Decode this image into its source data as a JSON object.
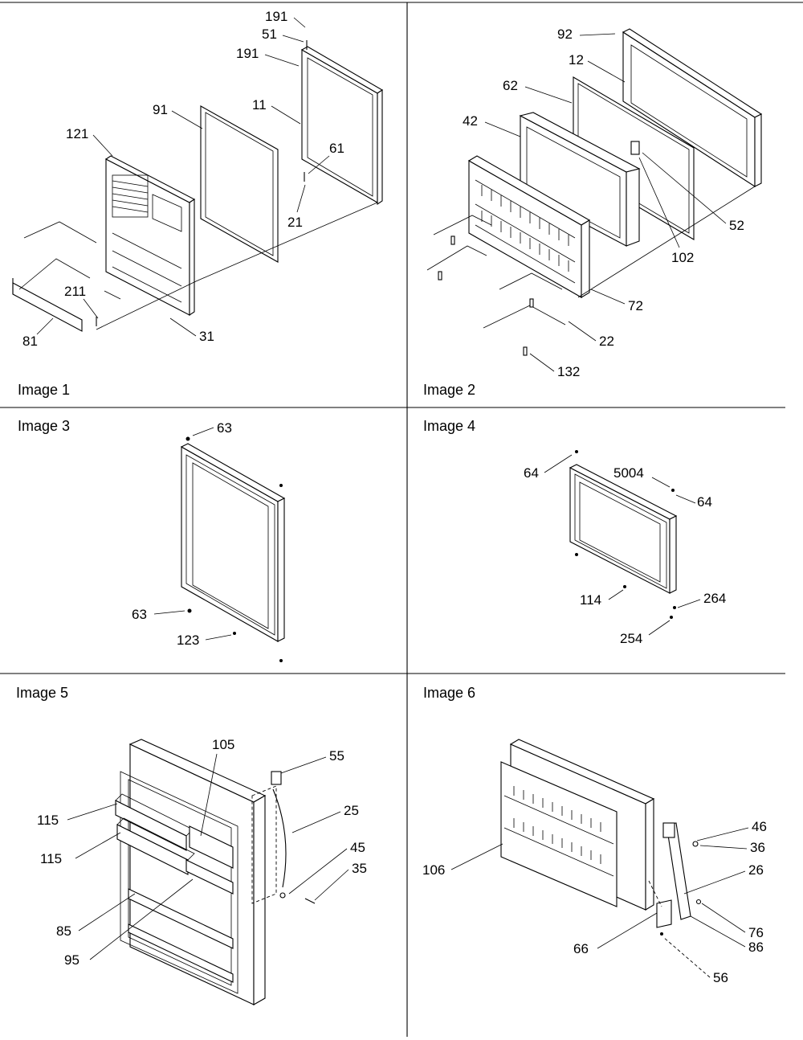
{
  "panels": [
    {
      "caption": "Image 1",
      "callouts": [
        "191",
        "51",
        "191",
        "91",
        "11",
        "121",
        "61",
        "21",
        "211",
        "81",
        "31"
      ]
    },
    {
      "caption": "Image 2",
      "callouts": [
        "92",
        "12",
        "62",
        "42",
        "52",
        "102",
        "72",
        "22",
        "132"
      ]
    },
    {
      "caption": "Image 3",
      "callouts": [
        "63",
        "63",
        "123"
      ]
    },
    {
      "caption": "Image 4",
      "callouts": [
        "64",
        "5004",
        "64",
        "114",
        "264",
        "254"
      ]
    },
    {
      "caption": "Image 5",
      "callouts": [
        "105",
        "55",
        "25",
        "115",
        "45",
        "35",
        "115",
        "85",
        "95"
      ]
    },
    {
      "caption": "Image 6",
      "callouts": [
        "46",
        "36",
        "106",
        "26",
        "76",
        "86",
        "66",
        "56"
      ]
    }
  ]
}
